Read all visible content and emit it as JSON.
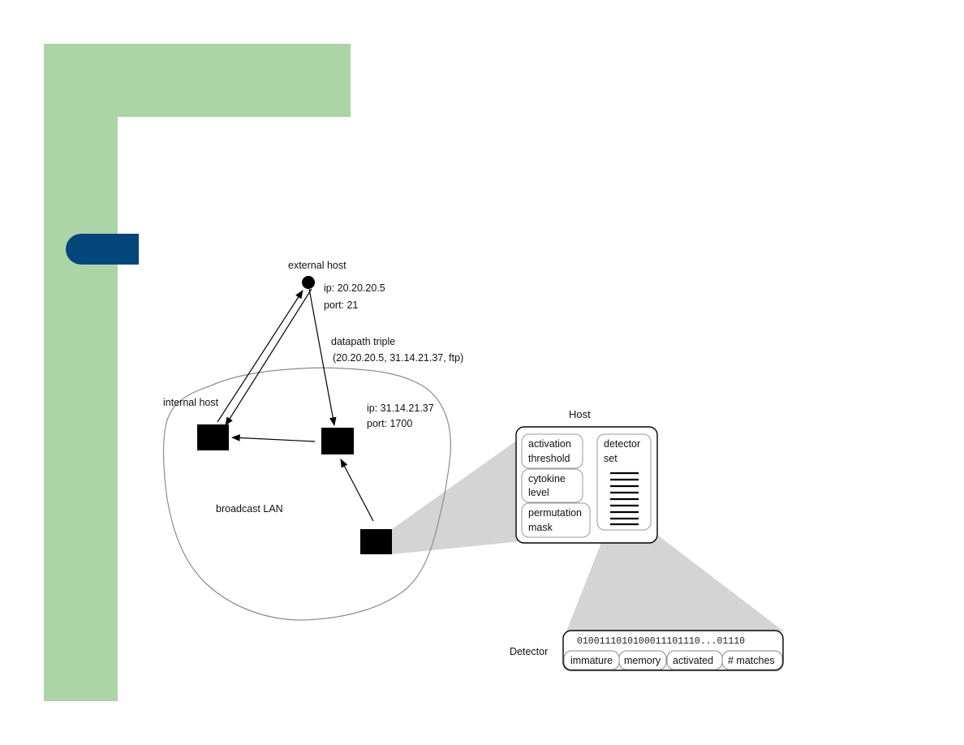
{
  "external_host": {
    "label": "external host",
    "ip": "ip: 20.20.20.5",
    "port": "port: 21"
  },
  "datapath": {
    "label": "datapath triple",
    "value": "(20.20.20.5, 31.14.21.37, ftp)"
  },
  "internal_host": {
    "label": "internal host"
  },
  "middle_host": {
    "ip": "ip: 31.14.21.37",
    "port": "port: 1700"
  },
  "lan": {
    "label": "broadcast LAN"
  },
  "host_box": {
    "title": "Host",
    "activation": [
      "activation",
      "threshold"
    ],
    "cytokine": [
      "cytokine",
      "level"
    ],
    "permutation": [
      "permutation",
      "mask"
    ],
    "detector_set": [
      "detector",
      "set"
    ]
  },
  "detector": {
    "label": "Detector",
    "bits": "0100111010100011101110...01110",
    "fields": [
      "immature",
      "memory",
      "activated",
      "# matches"
    ]
  }
}
